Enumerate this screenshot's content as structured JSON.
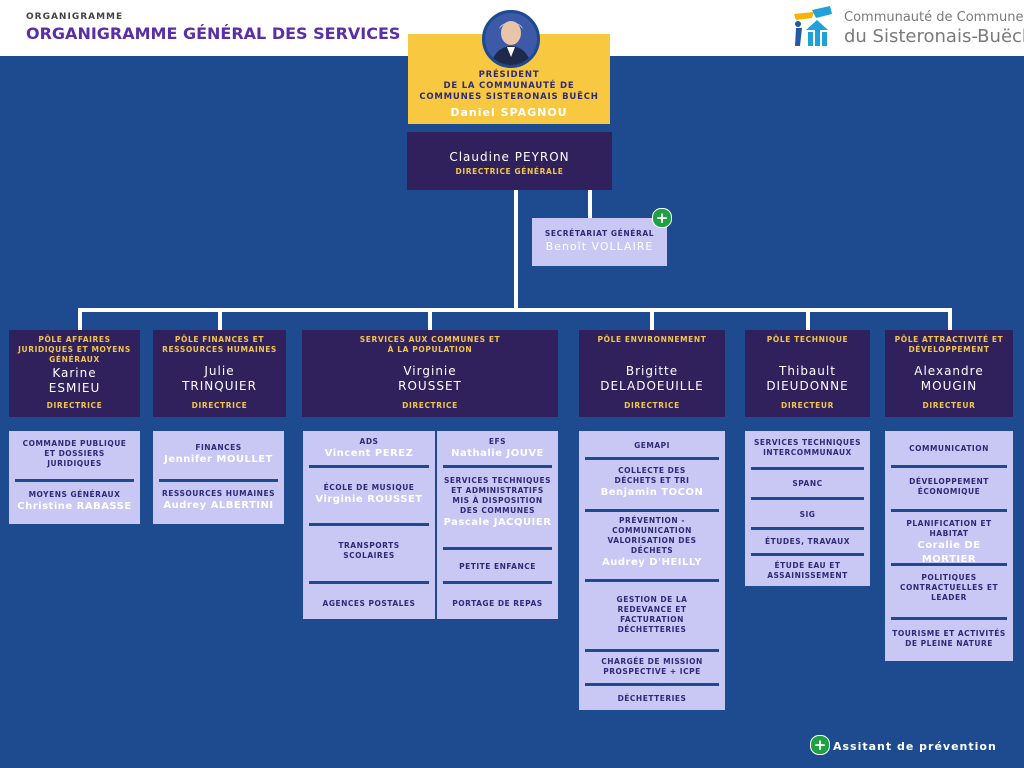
{
  "header": {
    "kicker": "ORGANIGRAMME",
    "title": "ORGANIGRAMME GÉNÉRAL DES SERVICES"
  },
  "logo": {
    "line1": "Communauté de Communes",
    "line2": "du Sisteronais-Buëch"
  },
  "president": {
    "l1": "PRÉSIDENT",
    "l2": "DE LA COMMUNAUTÉ DE",
    "l3": "COMMUNES SISTERONAIS BUËCH",
    "name": "Daniel SPAGNOU"
  },
  "dg": {
    "name": "Claudine PEYRON",
    "role": "DIRECTRICE GÉNÉRALE"
  },
  "sg": {
    "title": "SECRÉTARIAT GÉNÉRAL",
    "name": "Benoît VOLLAIRE"
  },
  "poles": [
    {
      "l1": "PÔLE AFFAIRES",
      "l2": "JURIDIQUES ET MOYENS",
      "l3": "GÉNÉRAUX",
      "n1": "Karine",
      "n2": "ESMIEU",
      "role": "DIRECTRICE"
    },
    {
      "l1": "PÔLE FINANCES ET",
      "l2": "RESSOURCES HUMAINES",
      "n1": "Julie",
      "n2": "TRINQUIER",
      "role": "DIRECTRICE"
    },
    {
      "l1": "SERVICES AUX COMMUNES ET",
      "l2": "À LA POPULATION",
      "n1": "Virginie",
      "n2": "ROUSSET",
      "role": "DIRECTRICE"
    },
    {
      "l1": "PÔLE ENVIRONNEMENT",
      "n1": "Brigitte",
      "n2": "DELADOEUILLE",
      "role": "DIRECTRICE"
    },
    {
      "l1": "PÔLE TECHNIQUE",
      "n1": "Thibault",
      "n2": "DIEUDONNE",
      "role": "DIRECTEUR"
    },
    {
      "l1": "PÔLE ATTRACTIVITÉ ET",
      "l2": "DÉVELOPPEMENT",
      "n1": "Alexandre",
      "n2": "MOUGIN",
      "role": "DIRECTEUR"
    }
  ],
  "col1": [
    {
      "t1": "COMMANDE PUBLIQUE",
      "t2": "ET DOSSIERS",
      "t3": "JURIDIQUES"
    },
    {
      "t1": "MOYENS GÉNÉRAUX",
      "p": "Christine RABASSE"
    }
  ],
  "col2": [
    {
      "t1": "FINANCES",
      "p": "Jennifer MOULLET"
    },
    {
      "t1": "RESSOURCES HUMAINES",
      "p": "Audrey ALBERTINI"
    }
  ],
  "col3a": [
    {
      "t1": "ADS",
      "p": "Vincent PEREZ"
    },
    {
      "t1": "ÉCOLE DE MUSIQUE",
      "p": "Virginie ROUSSET"
    },
    {
      "t1": "TRANSPORTS",
      "t2": "SCOLAIRES"
    },
    {
      "t1": "AGENCES POSTALES"
    }
  ],
  "col3b": [
    {
      "t1": "EFS",
      "p": "Nathalie JOUVE"
    },
    {
      "t1": "SERVICES TECHNIQUES",
      "t2": "ET ADMINISTRATIFS",
      "t3": "MIS À DISPOSITION",
      "t4": "DES COMMUNES",
      "p": "Pascale JACQUIER"
    },
    {
      "t1": "PETITE ENFANCE"
    },
    {
      "t1": "PORTAGE DE REPAS"
    }
  ],
  "col4": [
    {
      "t1": "GEMAPI"
    },
    {
      "t1": "COLLECTE DES",
      "t2": "DÉCHETS ET TRI",
      "p": "Benjamin TOCON"
    },
    {
      "t1": "PRÉVENTION -",
      "t2": "COMMUNICATION",
      "t3": "VALORISATION DES",
      "t4": "DÉCHETS",
      "p": "Audrey D'HEILLY"
    },
    {
      "t1": "GESTION DE LA",
      "t2": "REDEVANCE ET",
      "t3": "FACTURATION",
      "t4": "DÉCHETTERIES"
    },
    {
      "t1": "CHARGÉE DE MISSION",
      "t2": "PROSPECTIVE + ICPE"
    },
    {
      "t1": "DÉCHETTERIES"
    }
  ],
  "col5": [
    {
      "t1": "SERVICES TECHNIQUES",
      "t2": "INTERCOMMUNAUX"
    },
    {
      "t1": "SPANC"
    },
    {
      "t1": "SIG"
    },
    {
      "t1": "ÉTUDES, TRAVAUX"
    },
    {
      "t1": "ÉTUDE EAU ET",
      "t2": "ASSAINISSEMENT"
    }
  ],
  "col6": [
    {
      "t1": "COMMUNICATION"
    },
    {
      "t1": "DÉVELOPPEMENT",
      "t2": "ÉCONOMIQUE"
    },
    {
      "t1": "PLANIFICATION ET",
      "t2": "HABITAT",
      "p": "Coralie DE MORTIER"
    },
    {
      "t1": "POLITIQUES",
      "t2": "CONTRACTUELLES ET",
      "t3": "LEADER"
    },
    {
      "t1": "TOURISME ET ACTIVITÉS",
      "t2": "DE PLEINE NATURE"
    }
  ],
  "legend": {
    "label": "Assitant de prévention"
  },
  "colors": {
    "background": "#1e4b8f",
    "dark": "#30215d",
    "light": "#c9c7f4",
    "yellow": "#f8c940",
    "accent": "#f1c64a",
    "green": "#1fa143"
  }
}
